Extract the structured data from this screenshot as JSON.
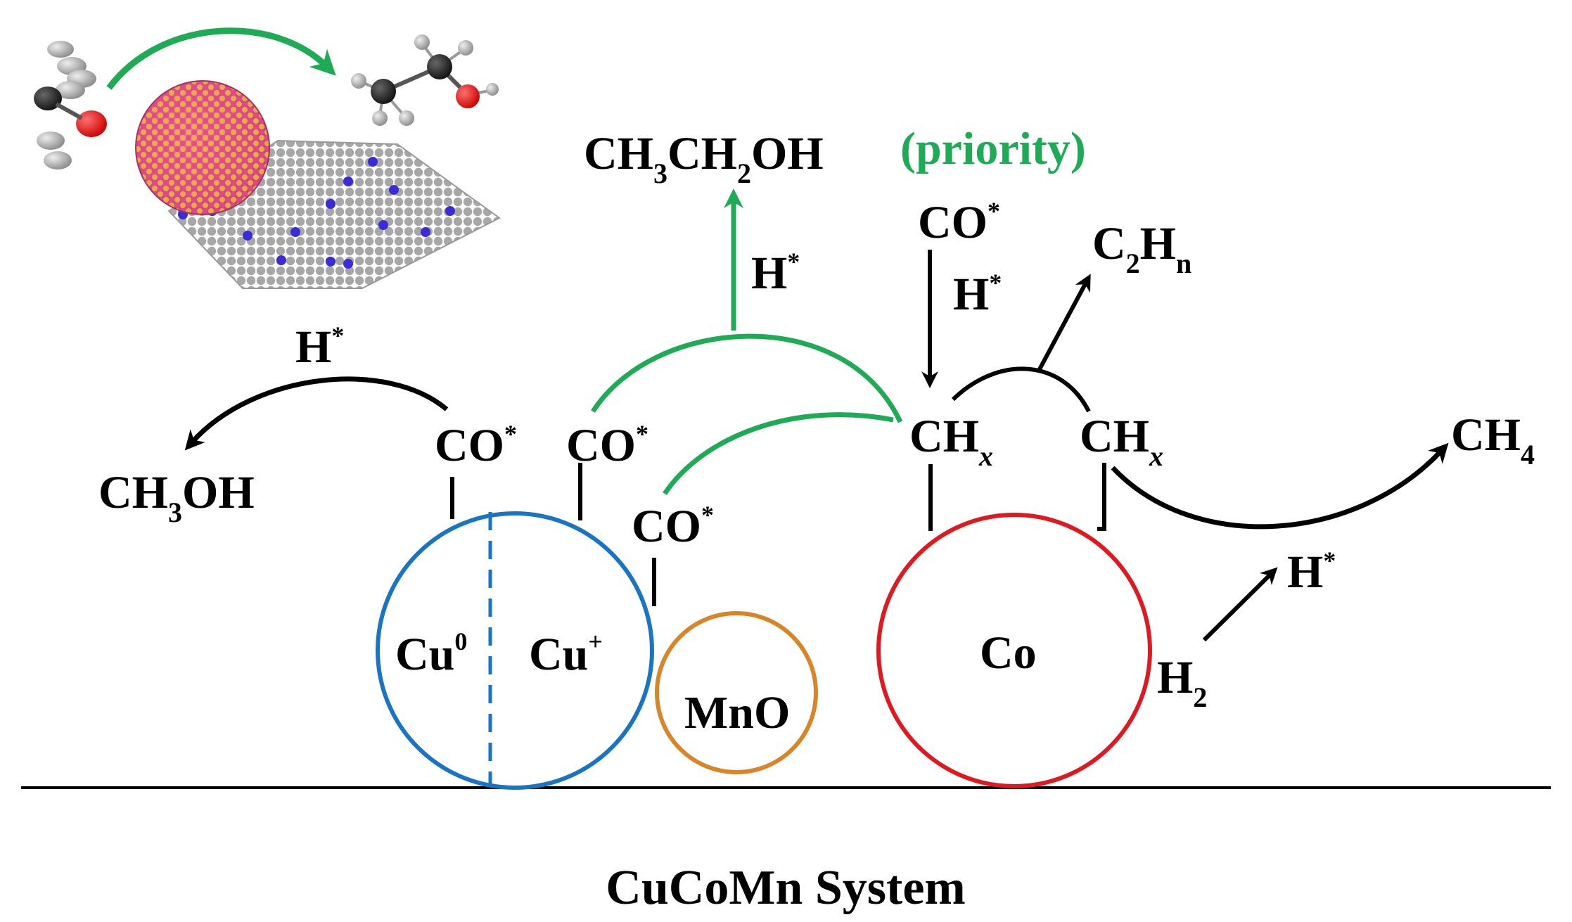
{
  "colors": {
    "green": "#1faa55",
    "black": "#000000",
    "cu_blue": "#1a74c4",
    "mn_orange": "#d98426",
    "co_red": "#e0181f",
    "np_pink": "#e04a8a",
    "np_gold": "#f0b93a",
    "support_gray": "#a9a9a9",
    "dopant_blue": "#3b2bd9"
  },
  "products": {
    "ethanol_p1": "CH",
    "ethanol_s1": "3",
    "ethanol_p2": "CH",
    "ethanol_s2": "2",
    "ethanol_p3": "OH",
    "priority": "(priority)",
    "methanol_p1": "CH",
    "methanol_s1": "3",
    "methanol_p2": "OH",
    "c2hn_p1": "C",
    "c2hn_s1": "2",
    "c2hn_p2": "H",
    "c2hn_s2": "n",
    "ch4_p1": "CH",
    "ch4_s1": "4"
  },
  "species": {
    "co": "CO",
    "star": "*",
    "h": "H",
    "ch": "CH",
    "x": "x",
    "h2_p1": "H",
    "h2_s1": "2"
  },
  "particles": {
    "cu0_p1": "Cu",
    "cu0_s1": "0",
    "cuplus_p1": "Cu",
    "cuplus_s1": "+",
    "mno": "MnO",
    "co": "Co"
  },
  "caption": "CuCoMn System",
  "inset_icons": [
    "co-molecule-icon",
    "catalyst-nanoparticle-icon",
    "ethanol-molecule-icon"
  ]
}
